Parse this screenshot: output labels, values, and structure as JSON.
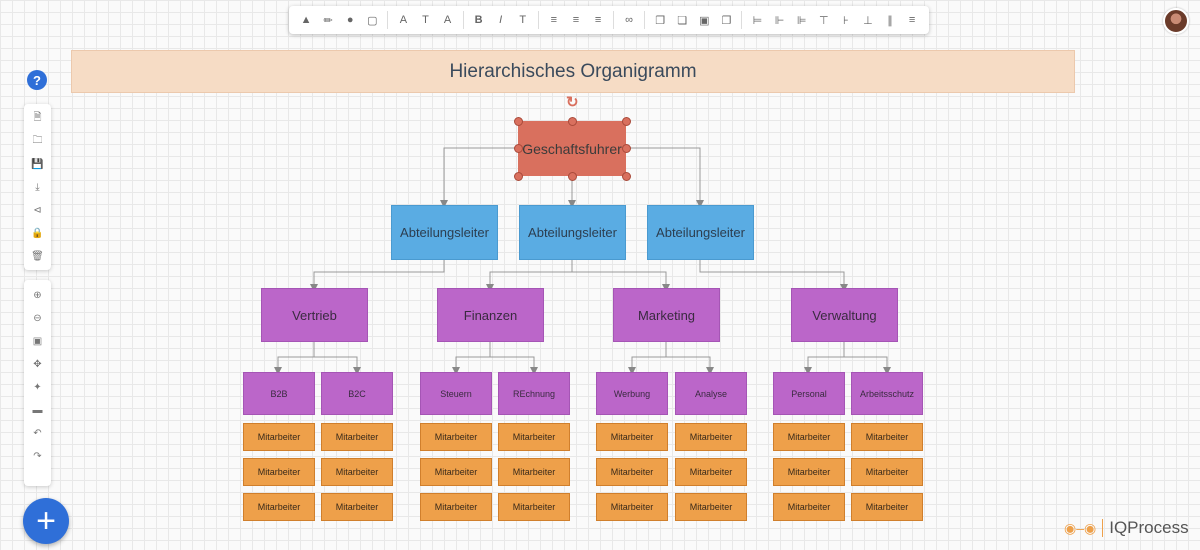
{
  "toolbar": {
    "icons": [
      "fill-color-icon",
      "line-color-icon",
      "opacity-icon",
      "border-icon",
      "font-color-icon",
      "font-size-icon",
      "text-color-icon",
      "bold-icon",
      "italic-icon",
      "clear-format-icon",
      "align-left-icon",
      "align-center-icon",
      "align-right-icon",
      "link-icon",
      "bring-front-icon",
      "send-back-icon",
      "group-icon",
      "duplicate-icon",
      "obj-align-left-icon",
      "obj-align-center-icon",
      "obj-align-right-icon",
      "obj-align-top-icon",
      "obj-align-middle-icon",
      "obj-align-bottom-icon",
      "distribute-h-icon",
      "distribute-v-icon"
    ]
  },
  "help": {
    "label": "?"
  },
  "fab": {
    "label": "+"
  },
  "banner": {
    "title": "Hierarchisches Organigramm"
  },
  "diagram": {
    "ceo": "Geschaftsfuhrer",
    "leads": [
      "Abteilungsleiter",
      "Abteilungsleiter",
      "Abteilungsleiter"
    ],
    "departments": [
      "Vertrieb",
      "Finanzen",
      "Marketing",
      "Verwaltung"
    ],
    "subunits": [
      "B2B",
      "B2C",
      "Steuern",
      "REchnung",
      "Werbung",
      "Analyse",
      "Personal",
      "Arbeitsschutz"
    ],
    "employee_label": "Mitarbeiter"
  },
  "brand": {
    "name": "IQProcess"
  },
  "colors": {
    "ceo": "#d9705e",
    "lead": "#5aace3",
    "department": "#bb66c9",
    "employee": "#eea04a",
    "accent": "#2f6fd8"
  }
}
